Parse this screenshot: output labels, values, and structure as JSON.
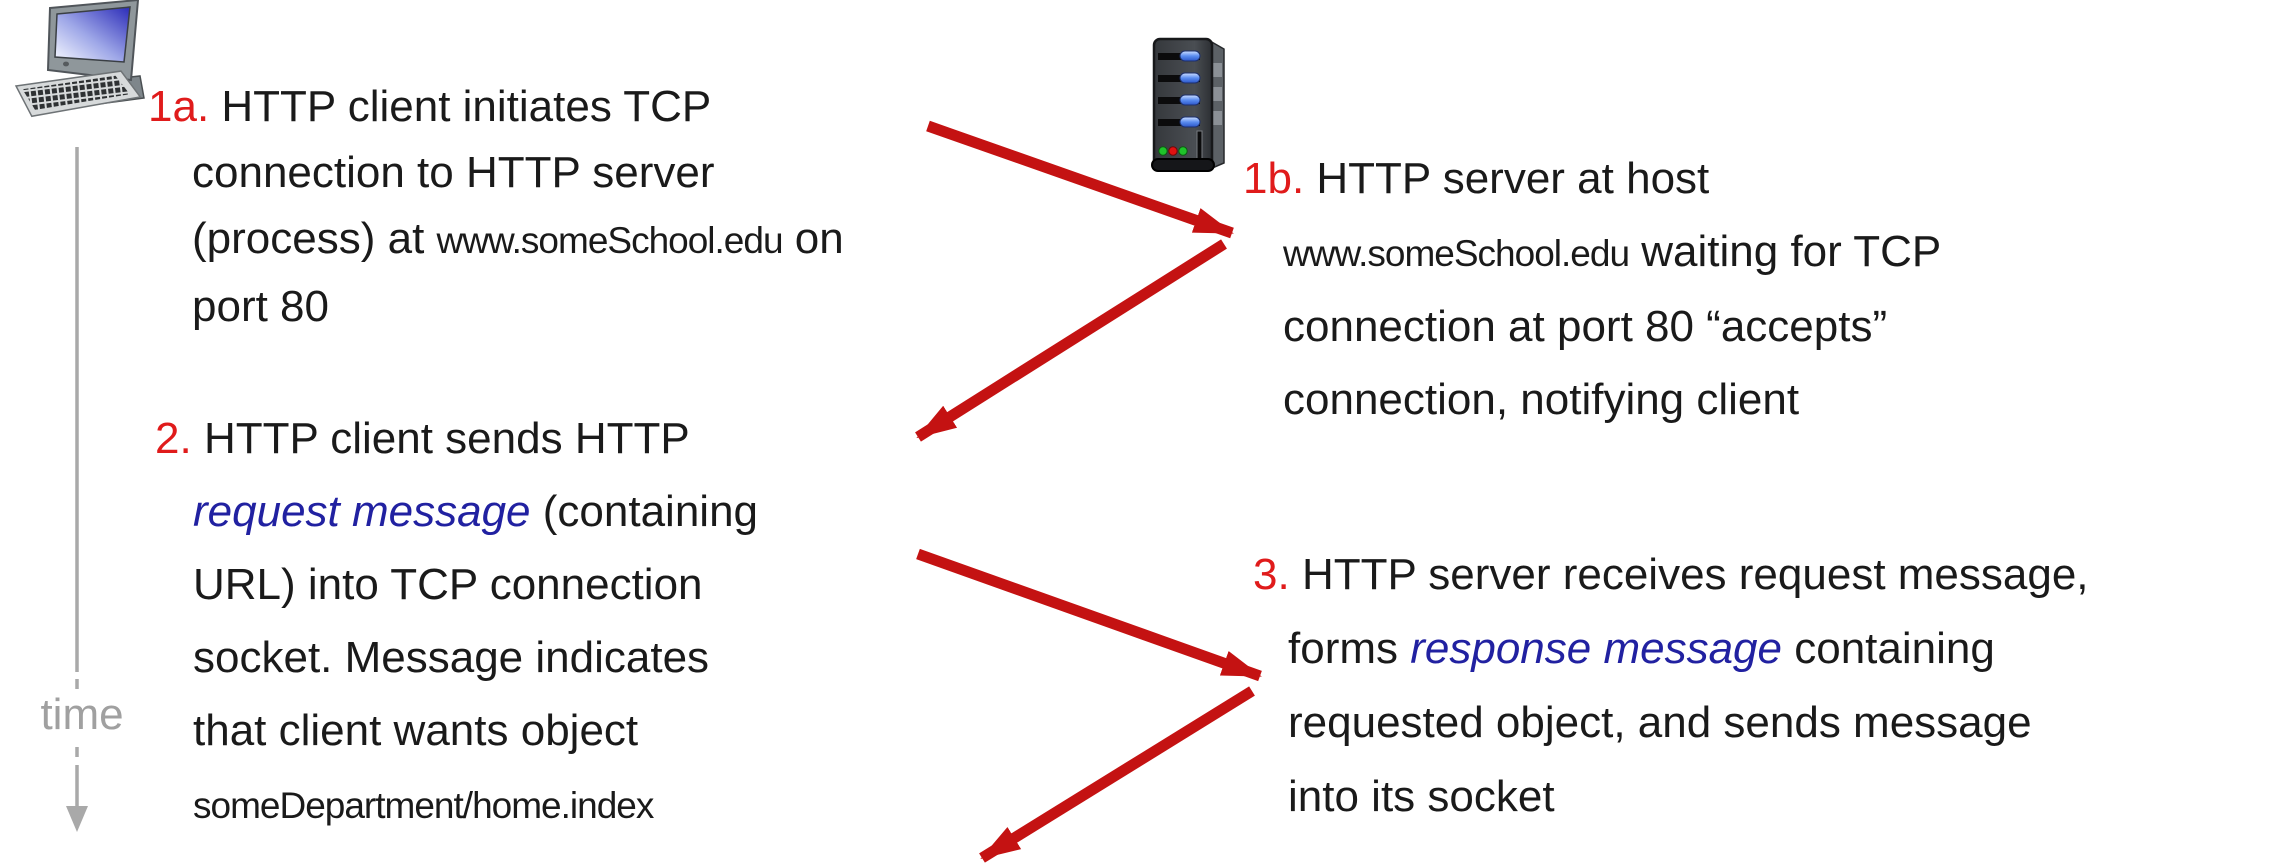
{
  "colors": {
    "step_number_red": "#e01b1b",
    "arrow_red": "#c41212",
    "emphasis_blue": "#2121a1",
    "time_gray": "#a0a0a0",
    "text_black": "#1a1a1a"
  },
  "icons": {
    "client": "desktop-computer-icon",
    "server": "tower-server-icon"
  },
  "timeline": {
    "label": "time"
  },
  "steps": {
    "s1a": {
      "number": "1a.",
      "l1": "HTTP client initiates TCP",
      "l2": "connection to HTTP server",
      "l3_pre": "(process) at ",
      "l3_code": "www.someSchool.edu",
      "l3_post": " on",
      "l4": "port 80"
    },
    "s1b": {
      "number": "1b.",
      "l1": "HTTP server at host",
      "l2_code": "www.someSchool.edu",
      "l2_post": " waiting for TCP",
      "l3": "connection at port 80  “accepts”",
      "l4": "connection, notifying client"
    },
    "s2": {
      "number": "2.",
      "l1": "HTTP client sends HTTP",
      "l2_em": "request message",
      "l2_post": " (containing",
      "l3": "URL) into TCP connection",
      "l4": "socket. Message indicates",
      "l5": "that client wants object",
      "l6_code": "someDepartment/home.index"
    },
    "s3": {
      "number": "3.",
      "l1": "HTTP server receives request message,",
      "l2_pre": "forms ",
      "l2_em": "response message",
      "l2_post": " containing",
      "l3": "requested object, and sends message",
      "l4": "into its socket"
    }
  }
}
